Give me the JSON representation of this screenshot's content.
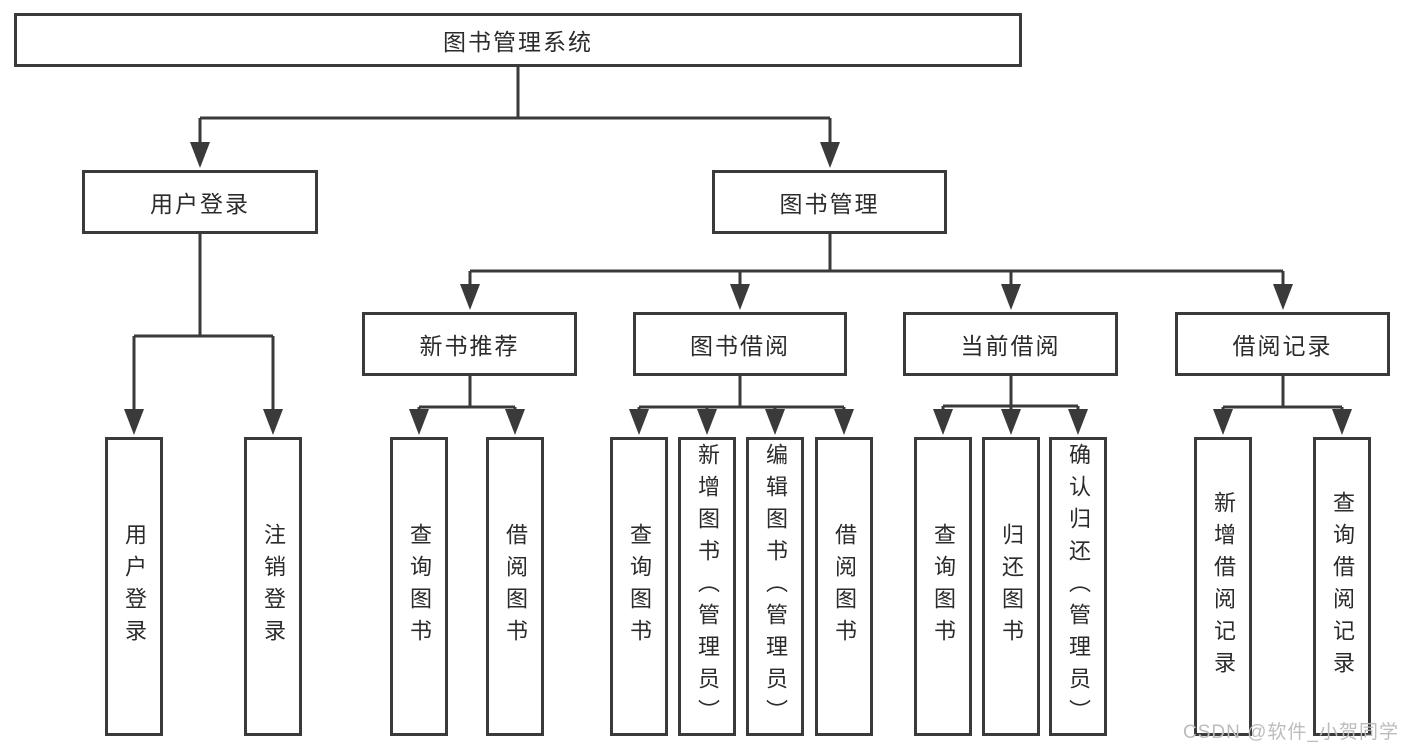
{
  "colors": {
    "line": "#3a3a3a",
    "text": "#2b2b2b",
    "bg": "#ffffff",
    "watermark": "#bcbcbc"
  },
  "watermark": {
    "text": "CSDN @软件_小贺同学"
  },
  "tree": {
    "root": {
      "label": "图书管理系统"
    },
    "branches": [
      {
        "label": "用户登录",
        "children": [
          {
            "label": "用户登录"
          },
          {
            "label": "注销登录"
          }
        ]
      },
      {
        "label": "图书管理",
        "groups": [
          {
            "label": "新书推荐",
            "children": [
              {
                "label": "查询图书"
              },
              {
                "label": "借阅图书"
              }
            ]
          },
          {
            "label": "图书借阅",
            "children": [
              {
                "label": "查询图书"
              },
              {
                "label": "新增图书（管理员）"
              },
              {
                "label": "编辑图书（管理员）"
              },
              {
                "label": "借阅图书"
              }
            ]
          },
          {
            "label": "当前借阅",
            "children": [
              {
                "label": "查询图书"
              },
              {
                "label": "归还图书"
              },
              {
                "label": "确认归还（管理员）"
              }
            ]
          },
          {
            "label": "借阅记录",
            "children": [
              {
                "label": "新增借阅记录"
              },
              {
                "label": "查询借阅记录"
              }
            ]
          }
        ]
      }
    ]
  }
}
